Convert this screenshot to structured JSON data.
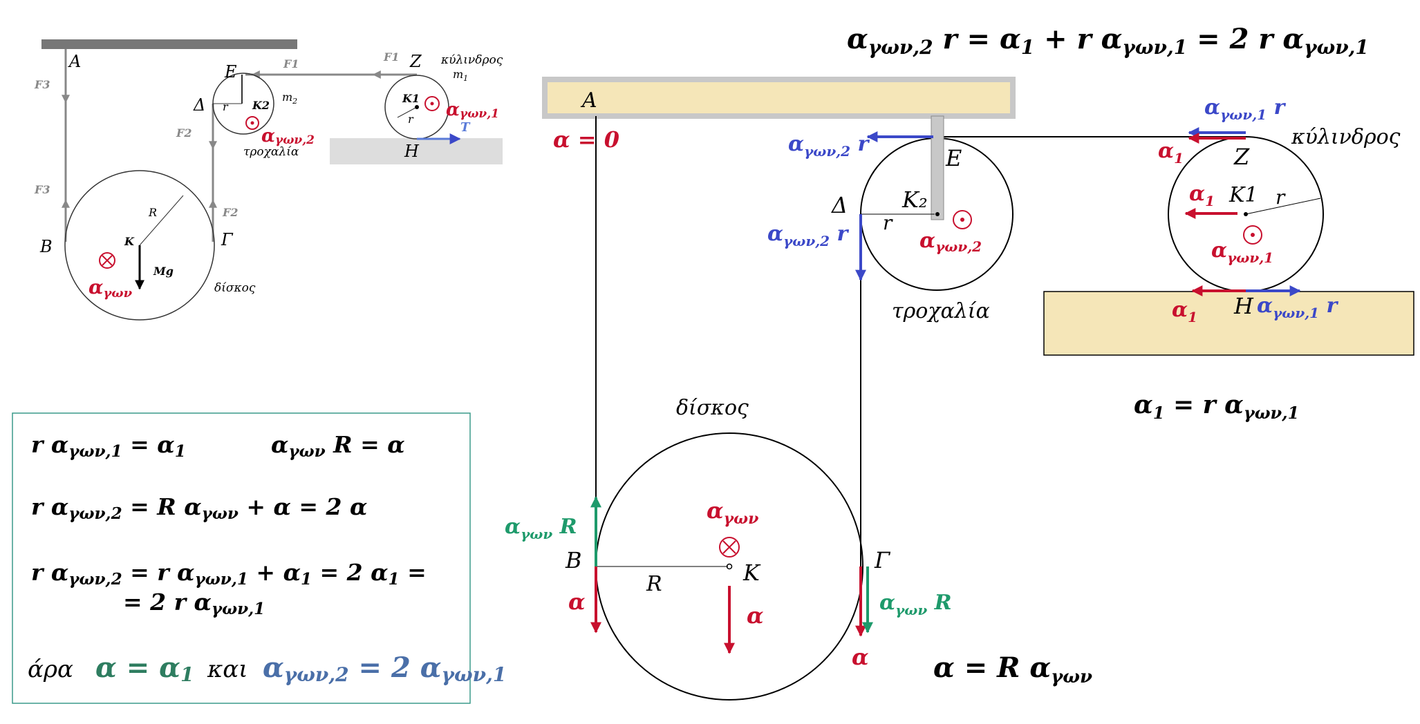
{
  "top_equation": {
    "a2": "α",
    "a2_sub": "γων,2",
    "r1": " r = ",
    "a1": "α",
    "a1_sub": "1",
    "plus": " + r ",
    "a3": "α",
    "a3_sub": "γων,1",
    "eq2": " = 2 r ",
    "a4": "α",
    "a4_sub": "γων,1"
  },
  "small_diagram": {
    "point_A": "A",
    "point_E": "E",
    "point_Z": "Z",
    "point_Delta": "Δ",
    "point_H": "H",
    "point_B": "B",
    "point_Gamma": "Γ",
    "point_K": "K",
    "force_F1_left": "F1",
    "force_F1_right": "F1",
    "force_F2_top": "F2",
    "force_F2_bottom": "F2",
    "force_F3_top": "F3",
    "force_F3_bottom": "F3",
    "label_K2": "K2",
    "label_K1": "K1",
    "label_r_pulley": "r",
    "label_r_cyl": "r",
    "label_R": "R",
    "label_m2_main": "m",
    "label_m2_sub": "2",
    "label_m1_main": "m",
    "label_m1_sub": "1",
    "label_cylinder": "κύλινδρος",
    "label_pulley": "τροχαλία",
    "label_disk": "δίσκος",
    "label_Mg": "Mg",
    "label_T": "T",
    "acc_pulley": "α",
    "acc_pulley_sub": "γων,2",
    "acc_cyl": "α",
    "acc_cyl_sub": "γων,1",
    "acc_disk": "α",
    "acc_disk_sub": "γων"
  },
  "big_diagram": {
    "point_A": "A",
    "alpha_zero": "α = 0",
    "point_E": "E",
    "point_Delta": "Δ",
    "label_K2": "K₂",
    "label_r_pulley": "r",
    "pulley_acc": "α",
    "pulley_acc_sub": "γων,2",
    "pulley_top_acc": "α",
    "pulley_top_acc_sub": "γων,2",
    "pulley_top_acc_r": " r",
    "pulley_left_acc": "α",
    "pulley_left_acc_sub": "γων,2",
    "pulley_left_acc_r": " r",
    "label_pulley": "τροχαλία",
    "point_Z": "Z",
    "label_K1": "K1",
    "label_r_cyl": "r",
    "label_cylinder": "κύλινδρος",
    "cyl_top_blue": "α",
    "cyl_top_blue_sub": "γων,1",
    "cyl_top_blue_r": " r",
    "cyl_top_red": "α",
    "cyl_top_red_sub": "1",
    "cyl_center_red": "α",
    "cyl_center_red_sub": "1",
    "cyl_acc": "α",
    "cyl_acc_sub": "γων,1",
    "point_H": "H",
    "cyl_bottom_red": "α",
    "cyl_bottom_red_sub": "1",
    "cyl_bottom_blue": "α",
    "cyl_bottom_blue_sub": "γων,1",
    "cyl_bottom_blue_r": " r",
    "roll_eq": "α",
    "roll_eq_sub": "1",
    "roll_eq_rest": " = r α",
    "roll_eq_sub2": "γων,1",
    "label_disk": "δίσκος",
    "disk_acc": "α",
    "disk_acc_sub": "γων",
    "point_B": "B",
    "point_Gamma": "Γ",
    "point_K": "K",
    "label_R": "R",
    "B_green": "α",
    "B_green_sub": "γων",
    "B_green_R": " R",
    "B_red": "α",
    "K_red": "α",
    "Gamma_red": "α",
    "Gamma_green": "α",
    "Gamma_green_sub": "γων",
    "Gamma_green_R": " R",
    "disk_eq": "α = R α",
    "disk_eq_sub": "γων"
  },
  "box": {
    "l1a": "r α",
    "l1a_sub": "γων,1",
    "l1b": " = α",
    "l1b_sub": "1",
    "l1c": "α",
    "l1c_sub": "γων",
    "l1d": " R = α",
    "l2a": "r α",
    "l2a_sub": "γων,2",
    "l2b": " = R α",
    "l2b_sub": "γων",
    "l2c": " + α = 2 α",
    "l3a": "r α",
    "l3a_sub": "γων,2",
    "l3b": " = r α",
    "l3b_sub": "γων,1",
    "l3c": " + α",
    "l3c_sub": "1",
    "l3d": " = 2 α",
    "l3d_sub": "1",
    "l3e": "  =",
    "l4a": "= 2 r α",
    "l4a_sub": "γων,1",
    "l5a": "άρα",
    "l5b": "α = α",
    "l5b_sub": "1",
    "l5c": "και",
    "l5d": "α",
    "l5d_sub": "γων,2",
    "l5e": " = 2 α",
    "l5e_sub": "γων,1"
  },
  "colors": {
    "red": "#c8102e",
    "blue": "#3b48c8",
    "green": "#1e9a6b",
    "grey": "#888888",
    "beam": "#f5e6b8"
  }
}
